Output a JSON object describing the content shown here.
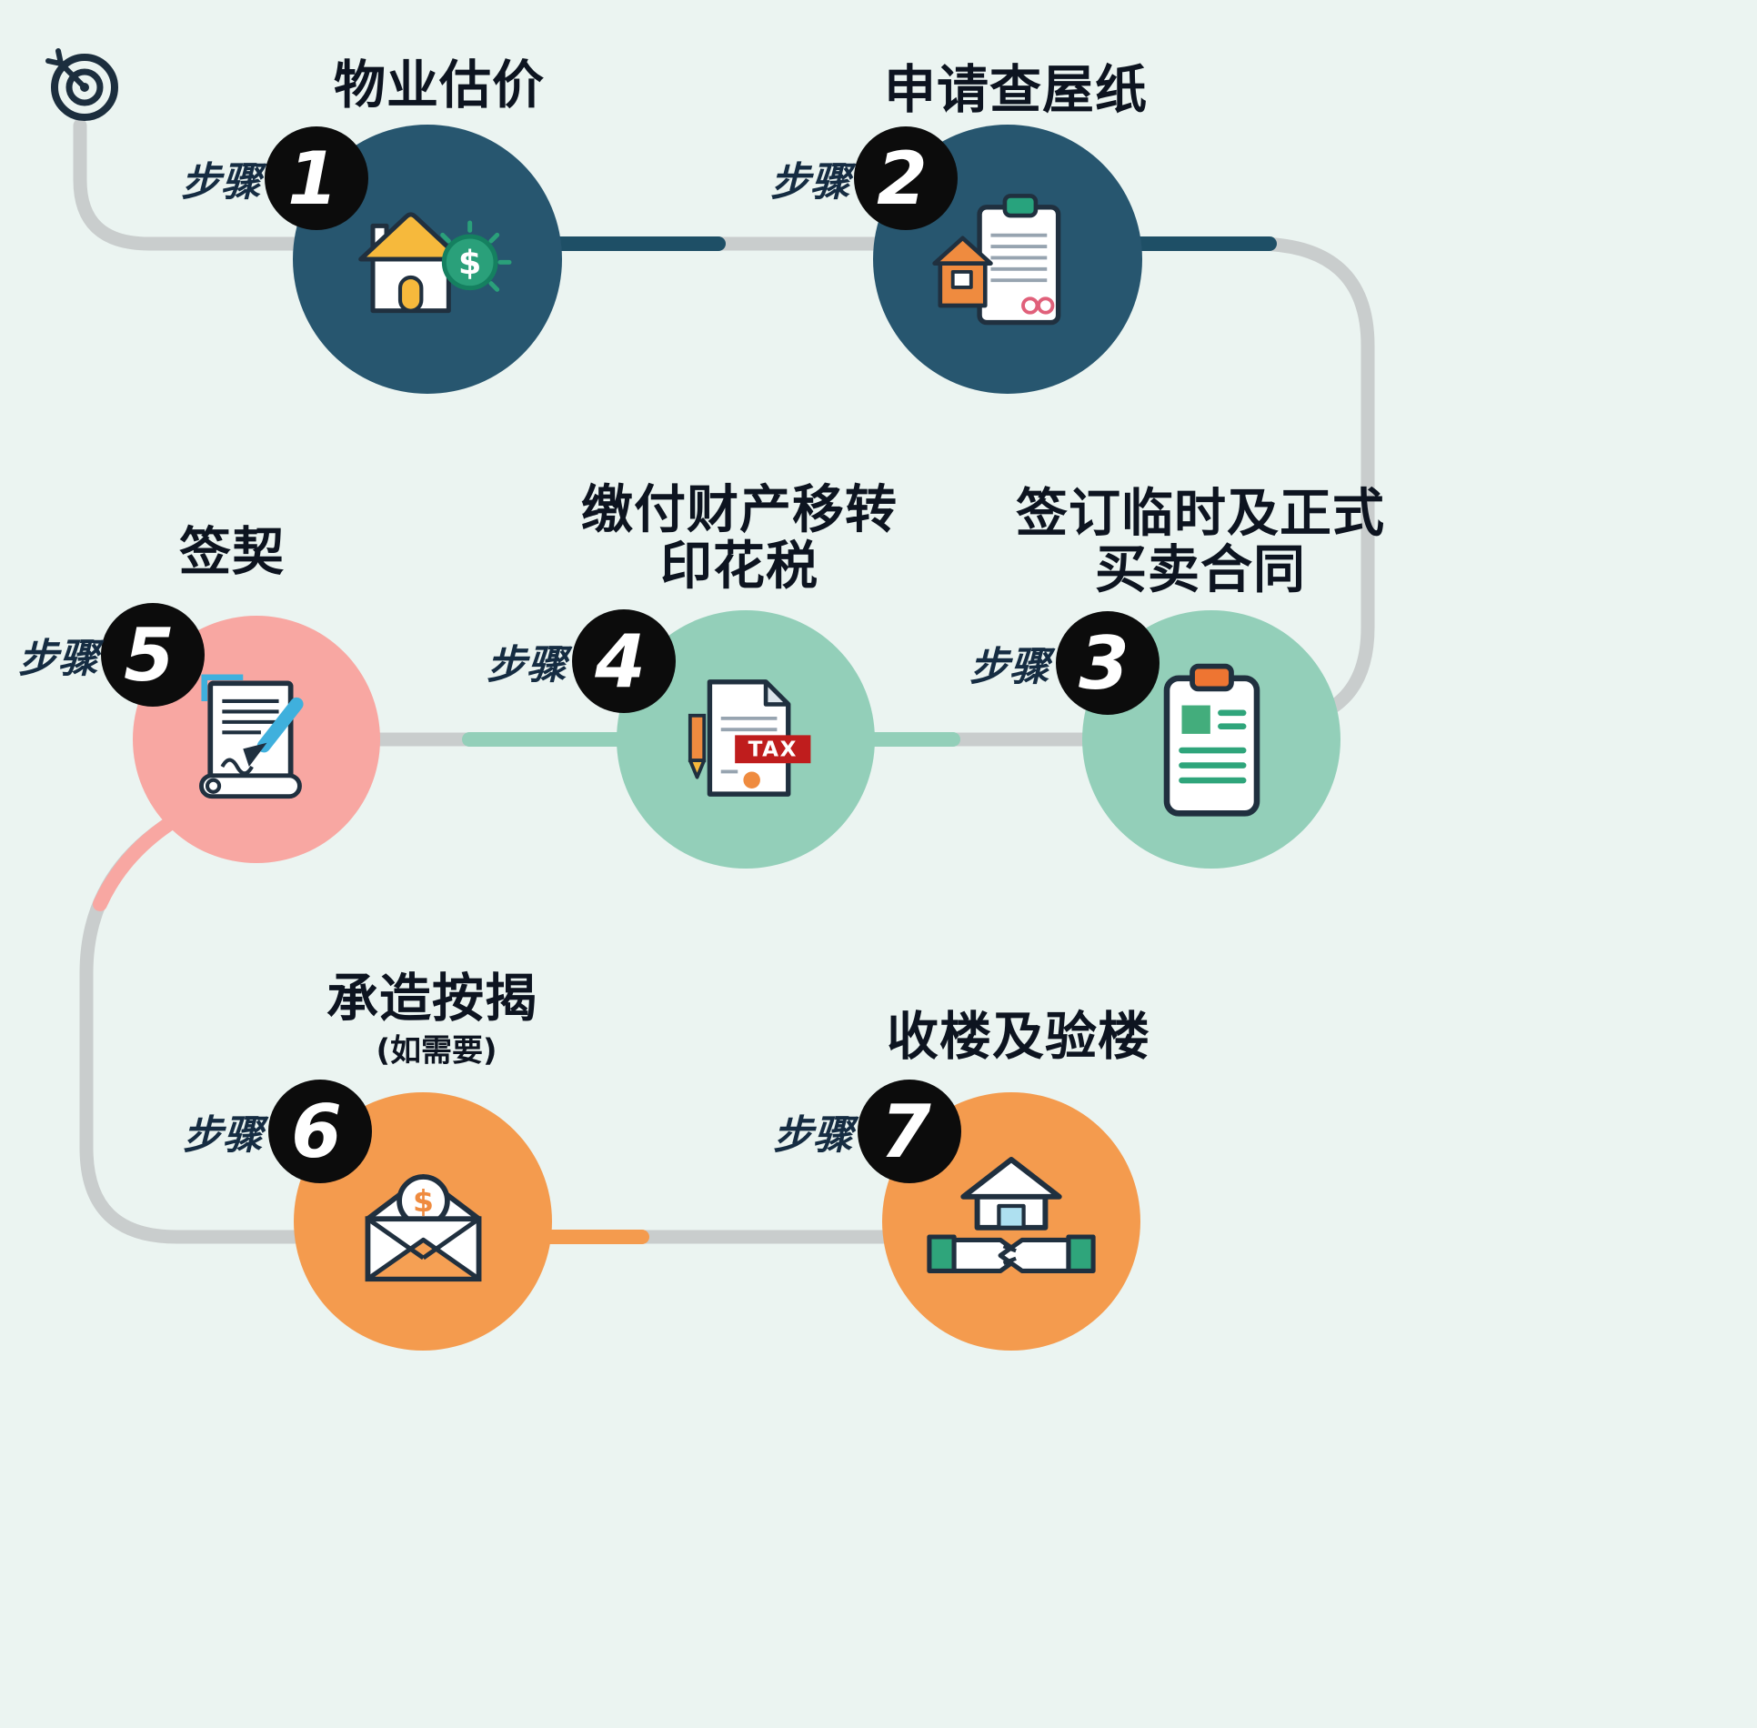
{
  "page": {
    "background": "#ebf4f1"
  },
  "labels": {
    "step": "步骤"
  },
  "colors": {
    "dark_blue": "#27566f",
    "teal": "#93cfb9",
    "pink": "#f8a7a2",
    "orange": "#f49b4e",
    "badge_black": "#0c0c0c",
    "connector_gray": "#c9cdcd",
    "connector_dark": "#1e4f66"
  },
  "steps": [
    {
      "number": "1",
      "title_lines": [
        "物业估价"
      ],
      "color": "#27566f"
    },
    {
      "number": "2",
      "title_lines": [
        "申请查屋纸"
      ],
      "color": "#27566f"
    },
    {
      "number": "3",
      "title_lines": [
        "签订临时及正式",
        "买卖合同"
      ],
      "color": "#93cfb9"
    },
    {
      "number": "4",
      "title_lines": [
        "缴付财产移转",
        "印花税"
      ],
      "color": "#93cfb9"
    },
    {
      "number": "5",
      "title_lines": [
        "签契"
      ],
      "color": "#f8a7a2"
    },
    {
      "number": "6",
      "title_lines": [
        "承造按揭"
      ],
      "subtitle": "(如需要)",
      "color": "#f49b4e"
    },
    {
      "number": "7",
      "title_lines": [
        "收楼及验楼"
      ],
      "color": "#f49b4e"
    }
  ],
  "icons": {
    "tax_label": "TAX",
    "dollar_sign": "$"
  }
}
